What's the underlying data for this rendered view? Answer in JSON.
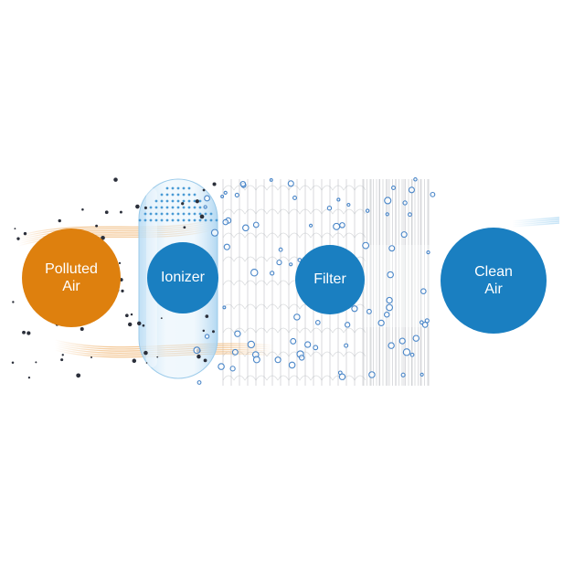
{
  "diagram": {
    "nodes": {
      "polluted": {
        "line1": "Polluted",
        "line2": "Air",
        "color": "#de800e"
      },
      "ionizer": {
        "label": "Ionizer",
        "color": "#1a7fc1"
      },
      "filter": {
        "label": "Filter",
        "color": "#1a7fc1"
      },
      "clean": {
        "line1": "Clean",
        "line2": "Air",
        "color": "#1a7fc1"
      }
    },
    "colors": {
      "airflow": "#f0b878",
      "dust": "#2b2f3a",
      "bubble": "#4a86c8",
      "filter_lines": "#a8acb2",
      "capsule": "#cfe6f6"
    }
  }
}
